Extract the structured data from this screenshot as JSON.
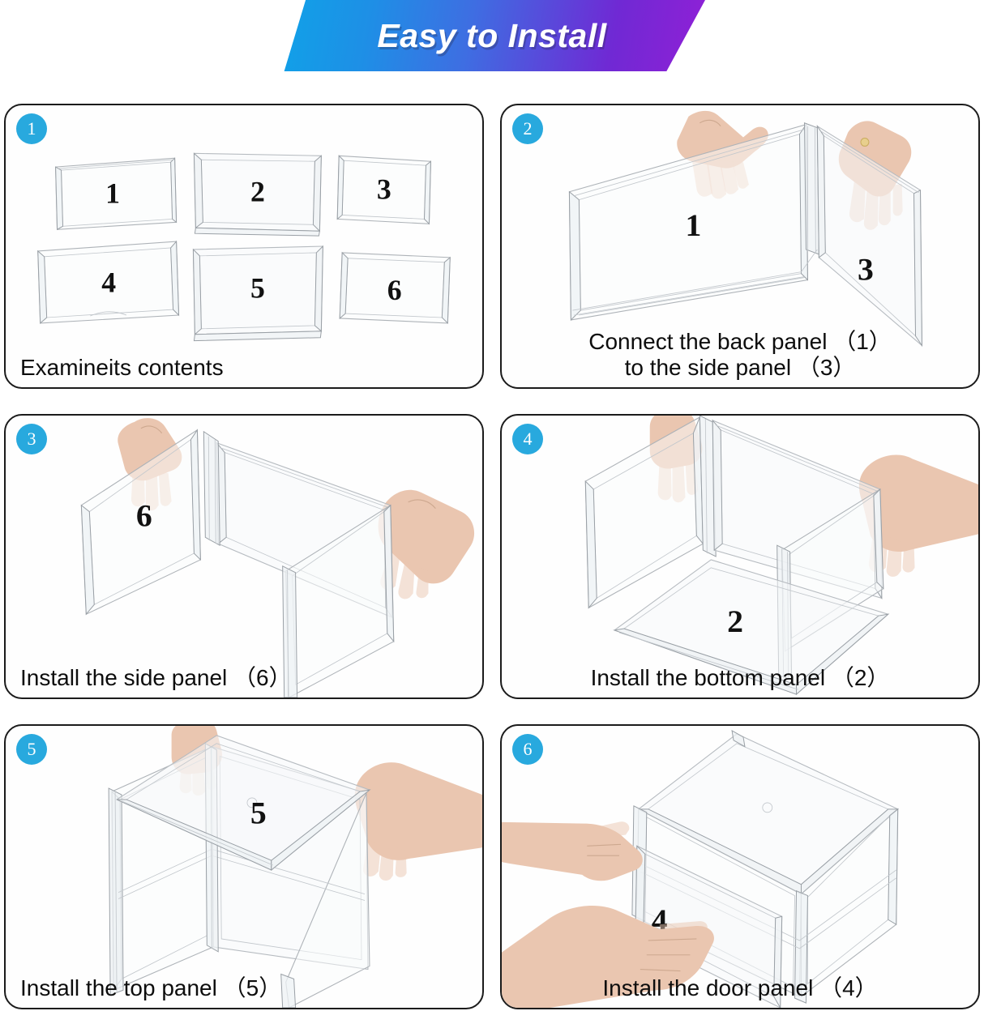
{
  "header": {
    "title": "Easy to Install",
    "gradient_from": "#0FA3E8",
    "gradient_to": "#9020D6",
    "text_color": "#FFFFFF"
  },
  "theme": {
    "badge_color": "#28A9DE",
    "card_border": "#1B1B1B",
    "background": "#FFFFFF",
    "caption_color": "#0D0D0D"
  },
  "steps": [
    {
      "number": "1",
      "caption": "Examineits contents",
      "caption_align": "left",
      "part_labels": [
        "1",
        "2",
        "3",
        "4",
        "5",
        "6"
      ]
    },
    {
      "number": "2",
      "caption_line1": "Connect the back panel （1）",
      "caption_line2": "to the side panel （3）",
      "caption_align": "center",
      "part_labels": [
        "1",
        "3"
      ]
    },
    {
      "number": "3",
      "caption": "Install the side panel （6）",
      "caption_align": "left",
      "part_labels": [
        "6"
      ]
    },
    {
      "number": "4",
      "caption": "Install the bottom panel （2）",
      "caption_align": "center",
      "part_labels": [
        "2"
      ]
    },
    {
      "number": "5",
      "caption": "Install the top panel （5）",
      "caption_align": "left",
      "part_labels": [
        "5"
      ]
    },
    {
      "number": "6",
      "caption": "Install the door panel （4）",
      "caption_align": "center",
      "part_labels": [
        "4"
      ]
    }
  ]
}
